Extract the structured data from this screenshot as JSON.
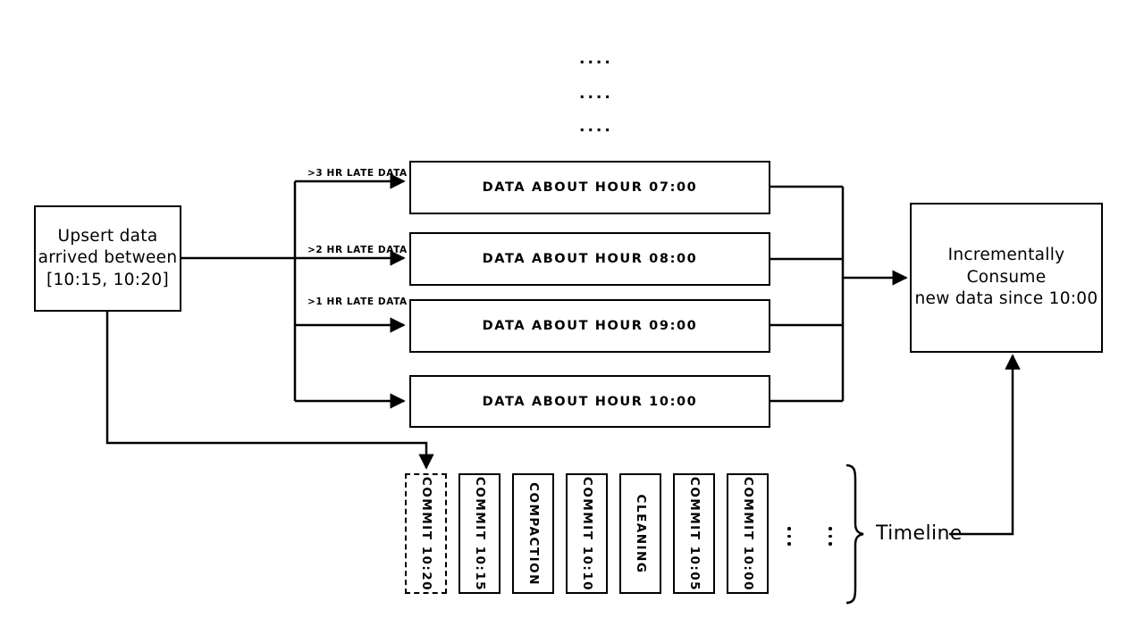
{
  "diagram": {
    "title": "Incremental consumption with late-arriving data and commit timeline",
    "colors": {
      "stroke": "#000000",
      "background": "#ffffff"
    },
    "source_box": {
      "lines": [
        "Upsert data",
        "arrived between",
        "[10:15, 10:20]"
      ]
    },
    "edge_labels": [
      {
        "id": "late-3hr",
        "text": ">3 HR LATE DATA"
      },
      {
        "id": "late-2hr",
        "text": ">2 HR LATE DATA"
      },
      {
        "id": "late-1hr",
        "text": ">1 HR LATE DATA"
      }
    ],
    "hour_boxes": [
      {
        "id": "hour-07",
        "label": "DATA ABOUT HOUR 07:00"
      },
      {
        "id": "hour-08",
        "label": "DATA ABOUT HOUR 08:00"
      },
      {
        "id": "hour-09",
        "label": "DATA ABOUT HOUR 09:00"
      },
      {
        "id": "hour-10",
        "label": "DATA ABOUT HOUR 10:00"
      }
    ],
    "ellipsis_rows": [
      "....",
      "....",
      "...."
    ],
    "consume_box": {
      "lines": [
        "Incrementally Consume",
        "new data since 10:00"
      ]
    },
    "timeline": {
      "label": "Timeline",
      "commits": [
        {
          "id": "commit-1020",
          "label": "COMMIT 10:20",
          "dashed": true
        },
        {
          "id": "commit-1015",
          "label": "COMMIT 10:15",
          "dashed": false
        },
        {
          "id": "compaction",
          "label": "COMPACTION",
          "dashed": false
        },
        {
          "id": "commit-1010",
          "label": "COMMIT 10:10",
          "dashed": false
        },
        {
          "id": "cleaning",
          "label": "CLEANING",
          "dashed": false
        },
        {
          "id": "commit-1005",
          "label": "COMMIT 10:05",
          "dashed": false
        },
        {
          "id": "commit-1000",
          "label": "COMMIT 10:00",
          "dashed": false
        }
      ],
      "continuation_marks": 2
    }
  }
}
